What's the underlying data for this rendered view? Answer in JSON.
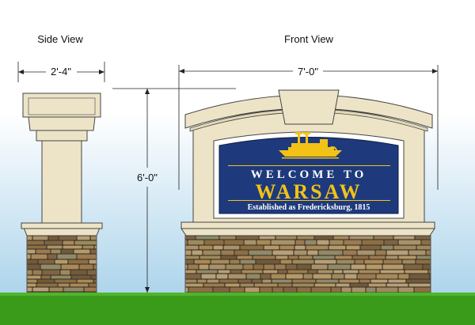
{
  "labels": {
    "side_view": "Side View",
    "front_view": "Front View",
    "side_width": "2'-4\"",
    "front_width": "7'-0\"",
    "height": "6'-0\""
  },
  "sign": {
    "line1": "WELCOME TO",
    "line2": "WARSAW",
    "line3": "Established as Fredericksburg, 1815",
    "emblem": "steamboat-icon"
  },
  "colors": {
    "panel_blue": "#1e3a7c",
    "gold": "#f2c316",
    "stone": "#ede4c8",
    "grass": "#3a9b1a",
    "sky_top": "#ffffff",
    "sky_bottom": "#9fcde8"
  }
}
